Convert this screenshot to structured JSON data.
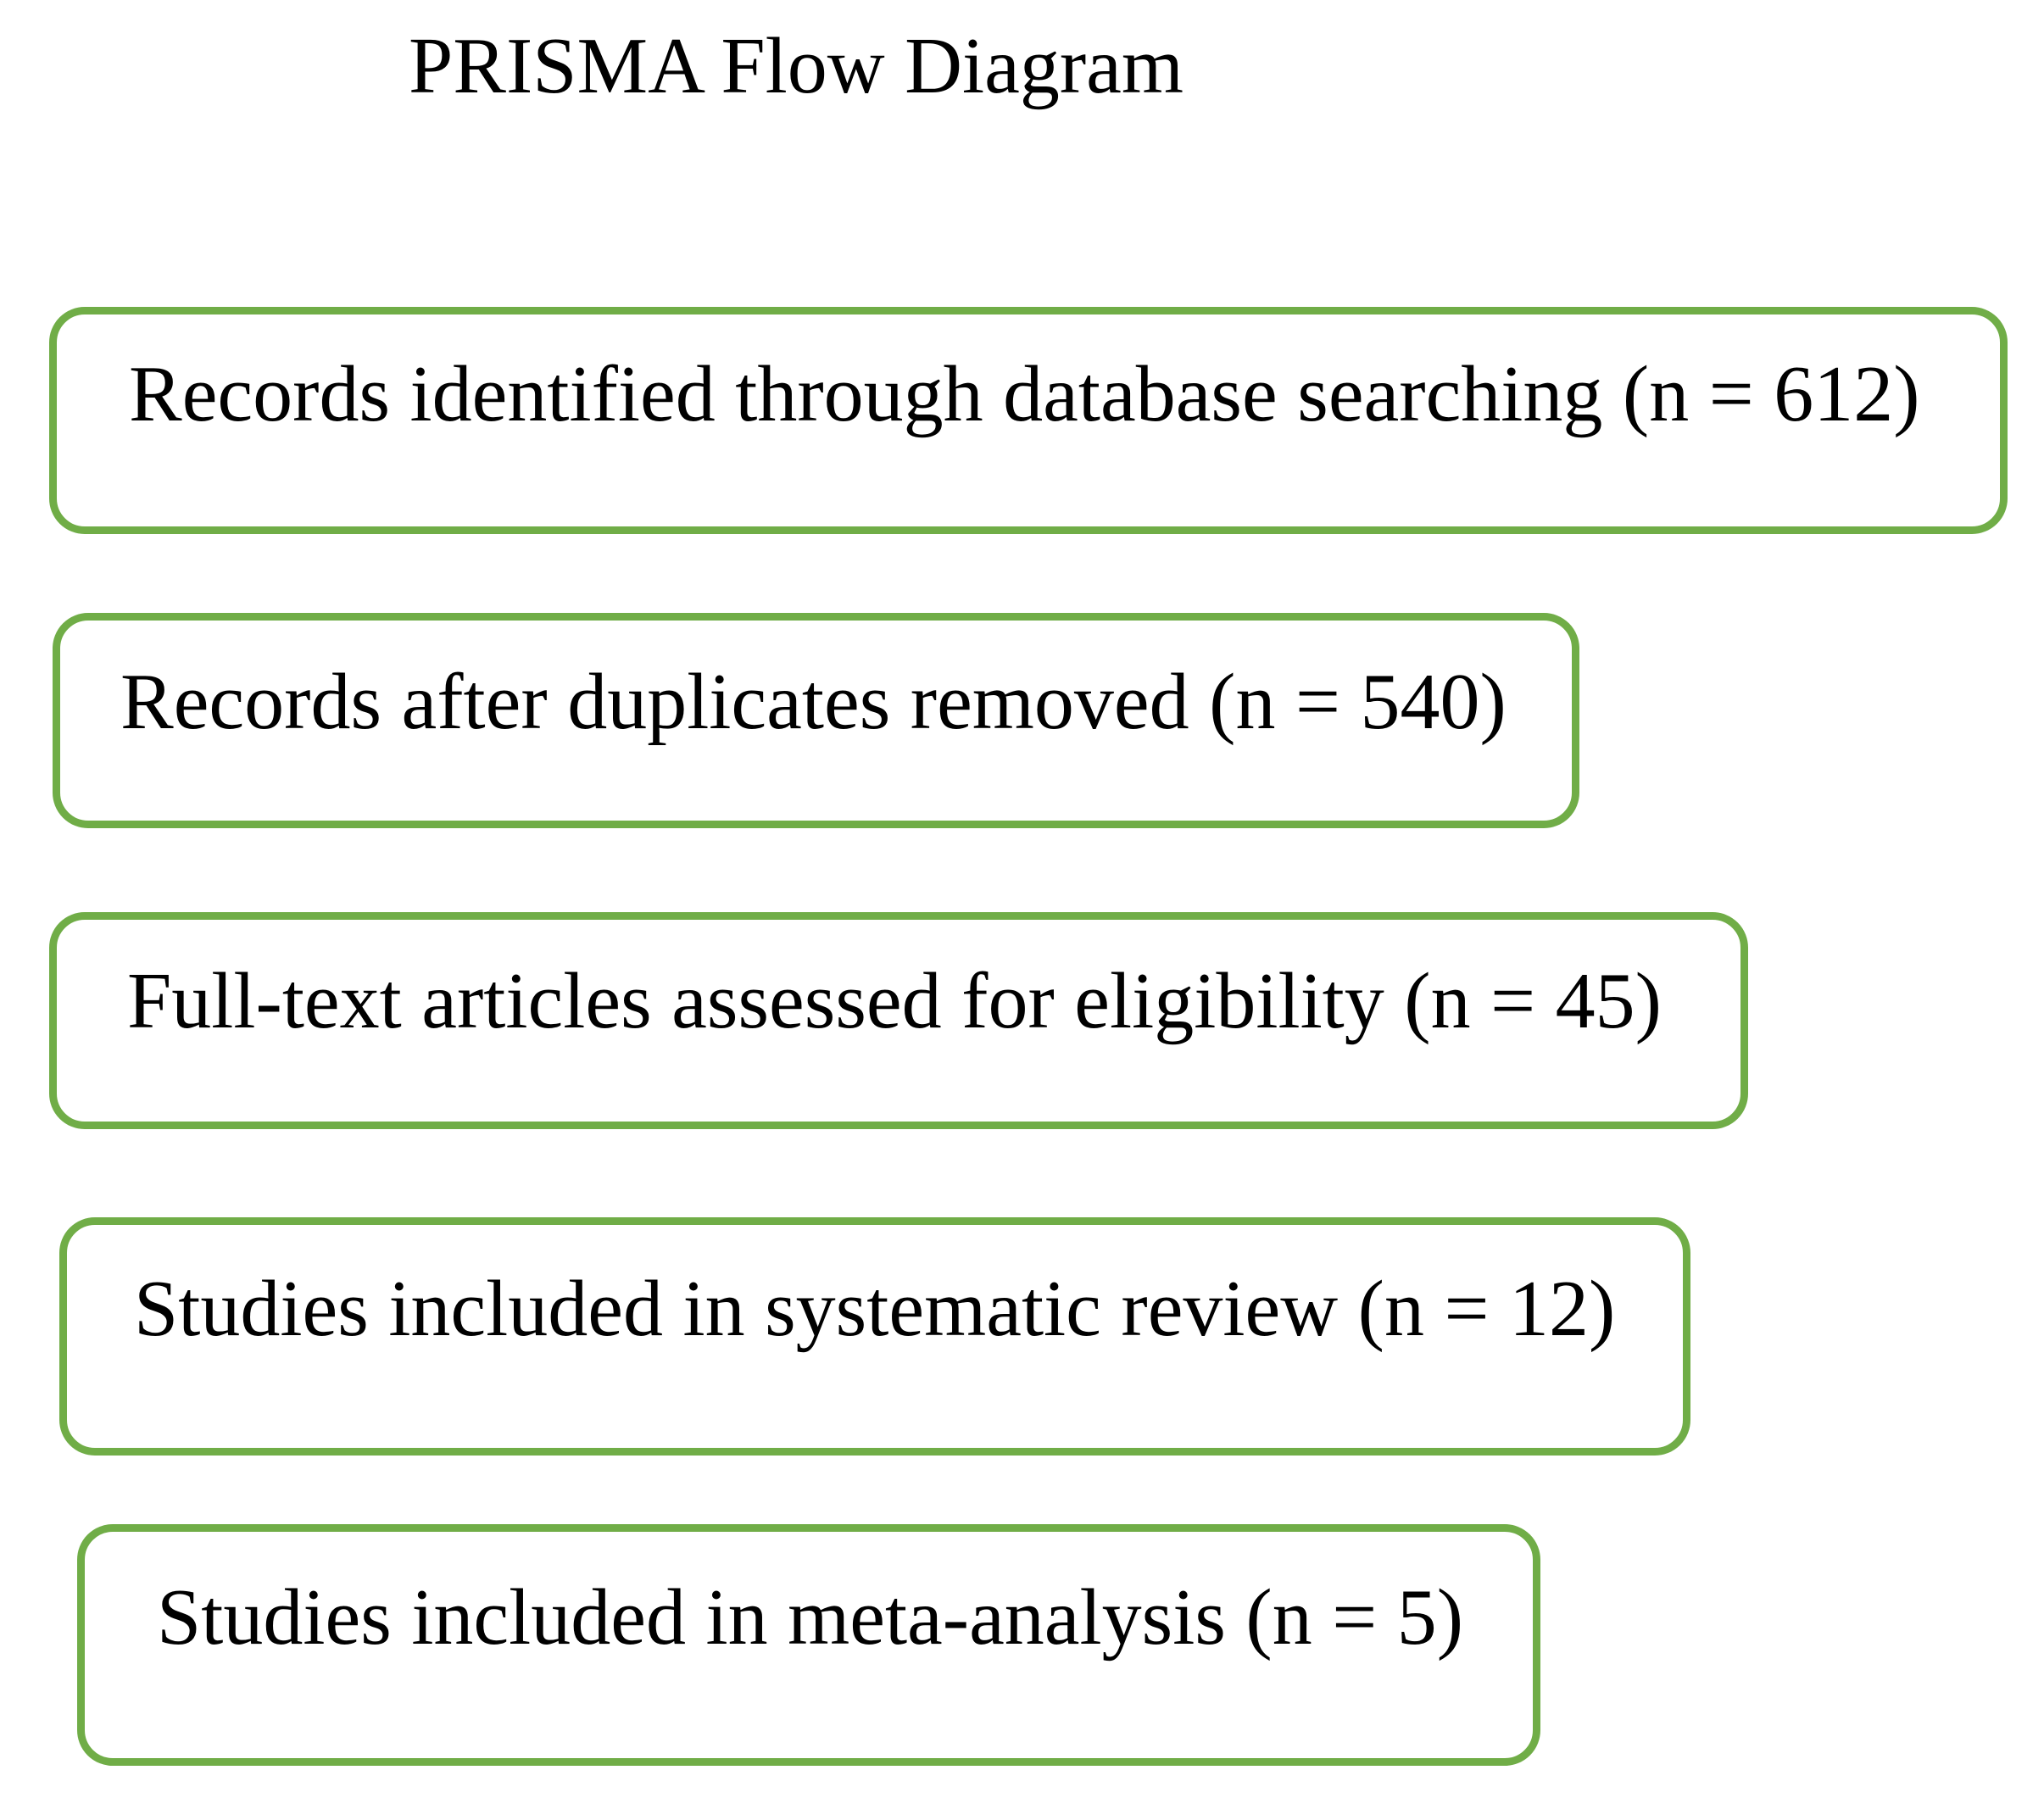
{
  "title": "PRISMA Flow Diagram",
  "colors": {
    "box_border": "#70AD47",
    "text": "#000000",
    "background": "#FFFFFF"
  },
  "stages": [
    {
      "label": "Records identified through database searching",
      "n": 612,
      "text": "Records identified through database searching (n = 612)"
    },
    {
      "label": "Records after duplicates removed",
      "n": 540,
      "text": "Records after duplicates removed (n = 540)"
    },
    {
      "label": "Full-text articles assessed for eligibility",
      "n": 45,
      "text": "Full-text articles assessed for eligibility (n = 45)"
    },
    {
      "label": "Studies included in systematic review",
      "n": 12,
      "text": "Studies included in systematic review (n = 12)"
    },
    {
      "label": "Studies included in meta-analysis",
      "n": 5,
      "text": "Studies included in meta-analysis (n = 5)"
    }
  ]
}
